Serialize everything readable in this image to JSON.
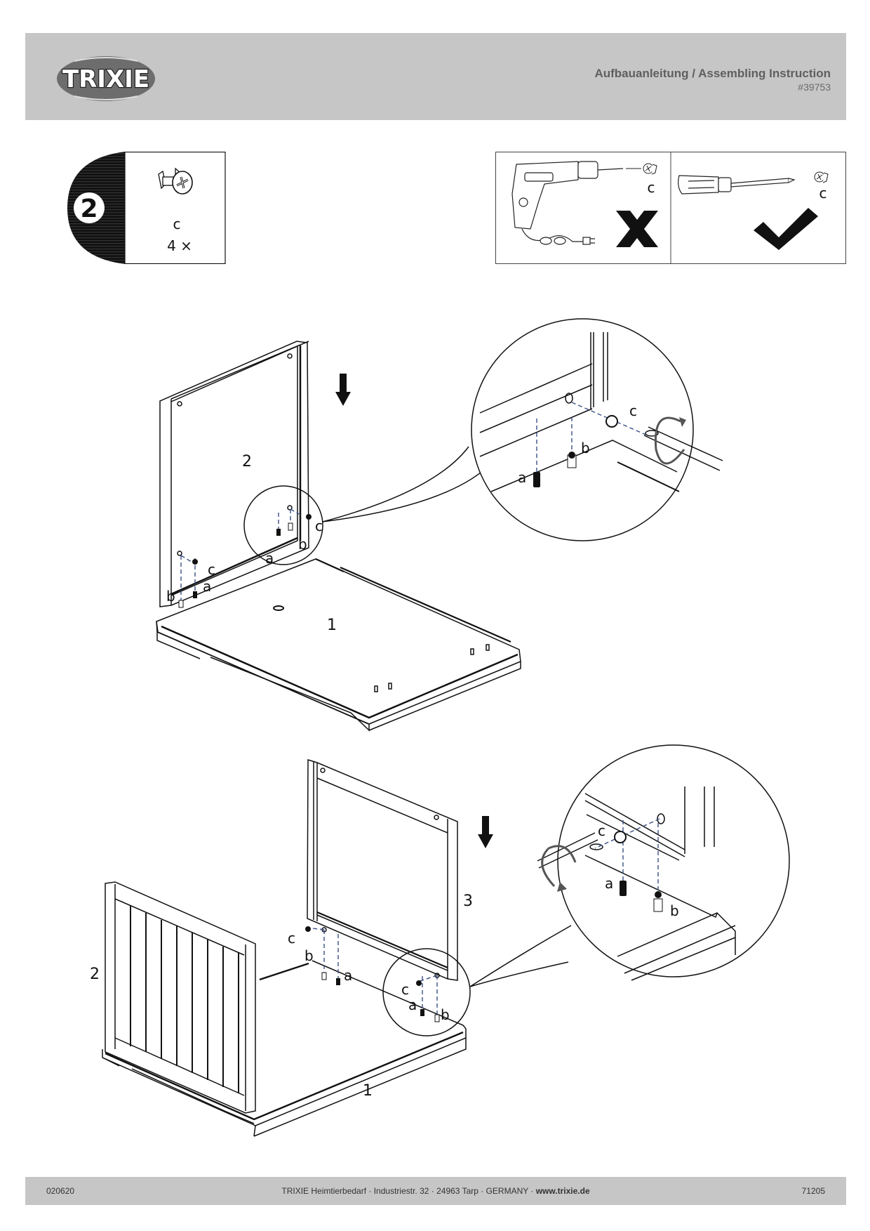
{
  "header": {
    "brand": "TRIXIE",
    "title": "Aufbauanleitung / Assembling Instruction",
    "article_number": "#39753"
  },
  "step": {
    "number": "2",
    "part_label": "c",
    "quantity": "4 ×"
  },
  "tools": {
    "wrong": {
      "tool": "power-drill",
      "part_label": "c",
      "verdict": "not-allowed"
    },
    "right": {
      "tool": "screwdriver",
      "part_label": "c",
      "verdict": "allowed"
    }
  },
  "diagram_top": {
    "panel_label": "2",
    "base_label": "1",
    "parts": {
      "a": "a",
      "b": "b",
      "c": "c"
    }
  },
  "diagram_bottom": {
    "side_label": "2",
    "panel_label": "3",
    "base_label": "1",
    "parts": {
      "a": "a",
      "b": "b",
      "c": "c"
    }
  },
  "footer": {
    "left_code": "020620",
    "address": "TRIXIE Heimtierbedarf · Industriestr. 32 · 24963 Tarp · GERMANY · ",
    "website": "www.trixie.de",
    "right_code": "71205"
  },
  "colors": {
    "header_bg": "#c6c6c6",
    "dash_blue": "#3a4f86"
  }
}
